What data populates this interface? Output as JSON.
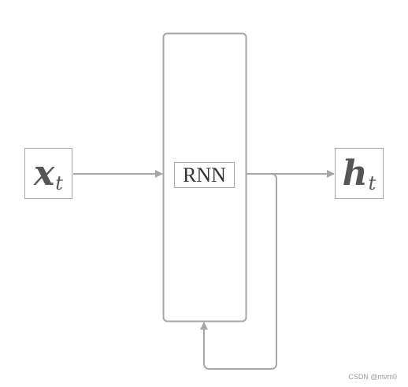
{
  "diagram": {
    "input_symbol": "x",
    "input_subscript": "t",
    "block_label": "RNN",
    "output_symbol": "h",
    "output_subscript": "t"
  },
  "watermark": "CSDN @mvm0",
  "colors": {
    "line": "#a6a6a6",
    "text": "#444444"
  }
}
